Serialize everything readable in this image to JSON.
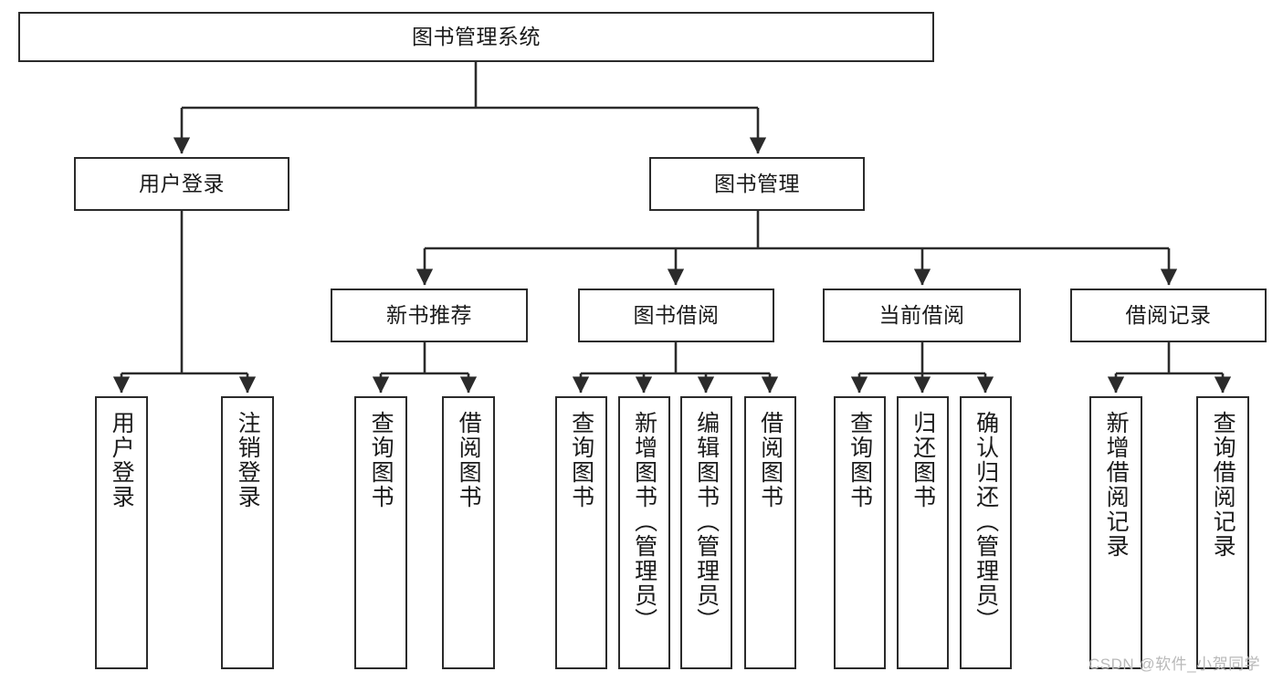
{
  "diagram": {
    "type": "hierarchy-tree",
    "title": "图书管理系统",
    "levels": 4,
    "root": {
      "id": "root",
      "label": "图书管理系统"
    },
    "level2": [
      {
        "id": "user-login",
        "label": "用户登录"
      },
      {
        "id": "book-manage",
        "label": "图书管理"
      }
    ],
    "level3": [
      {
        "id": "new-book-recommend",
        "label": "新书推荐",
        "parent": "book-manage"
      },
      {
        "id": "book-borrow",
        "label": "图书借阅",
        "parent": "book-manage"
      },
      {
        "id": "current-borrow",
        "label": "当前借阅",
        "parent": "book-manage"
      },
      {
        "id": "borrow-record",
        "label": "借阅记录",
        "parent": "book-manage"
      }
    ],
    "leaves": [
      {
        "id": "leaf-user-login",
        "label": "用户登录",
        "parent": "user-login"
      },
      {
        "id": "leaf-logout",
        "label": "注销登录",
        "parent": "user-login"
      },
      {
        "id": "leaf-query-book-1",
        "label": "查询图书",
        "parent": "new-book-recommend"
      },
      {
        "id": "leaf-borrow-book-1",
        "label": "借阅图书",
        "parent": "new-book-recommend"
      },
      {
        "id": "leaf-query-book-2",
        "label": "查询图书",
        "parent": "book-borrow"
      },
      {
        "id": "leaf-add-book",
        "label": "新增图书（管理员）",
        "parent": "book-borrow"
      },
      {
        "id": "leaf-edit-book",
        "label": "编辑图书（管理员）",
        "parent": "book-borrow"
      },
      {
        "id": "leaf-borrow-book-2",
        "label": "借阅图书",
        "parent": "book-borrow"
      },
      {
        "id": "leaf-query-book-3",
        "label": "查询图书",
        "parent": "current-borrow"
      },
      {
        "id": "leaf-return-book",
        "label": "归还图书",
        "parent": "current-borrow"
      },
      {
        "id": "leaf-confirm-return",
        "label": "确认归还（管理员）",
        "parent": "current-borrow"
      },
      {
        "id": "leaf-add-record",
        "label": "新增借阅记录",
        "parent": "borrow-record"
      },
      {
        "id": "leaf-query-record",
        "label": "查询借阅记录",
        "parent": "borrow-record"
      }
    ],
    "colors": {
      "stroke": "#2b2b2b",
      "fill": "#ffffff",
      "text": "#1a1a1a",
      "watermark": "#b9b9b9"
    }
  },
  "watermark": {
    "text": "CSDN @软件_小贺同学"
  }
}
